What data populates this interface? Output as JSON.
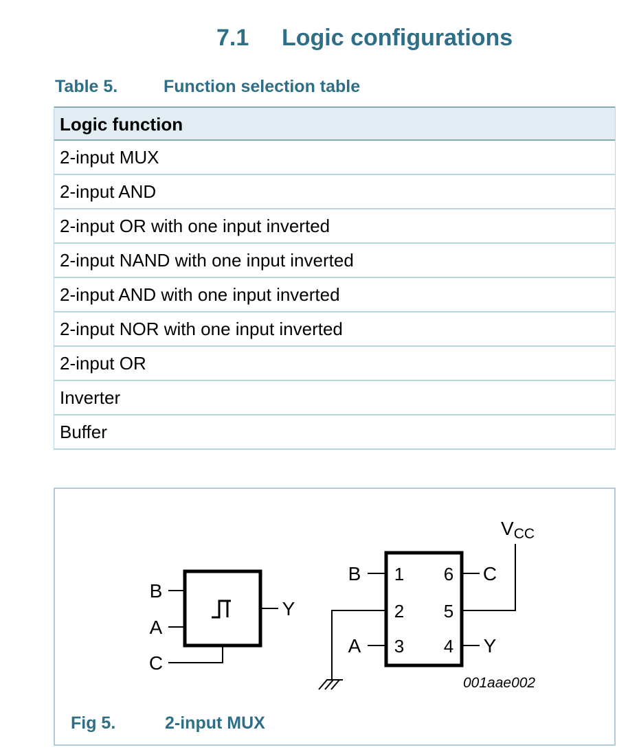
{
  "section": {
    "number": "7.1",
    "title": "Logic configurations"
  },
  "table": {
    "caption_label": "Table 5.",
    "caption_title": "Function selection table",
    "header": "Logic function",
    "rows": [
      "2-input MUX",
      "2-input AND",
      "2-input OR with one input inverted",
      "2-input NAND with one input inverted",
      "2-input AND with one input inverted",
      "2-input NOR with one input inverted",
      "2-input OR",
      "Inverter",
      "Buffer"
    ]
  },
  "figure": {
    "caption_label": "Fig 5.",
    "caption_title": "2-input MUX",
    "watermark": "001aae002",
    "symbol": {
      "input_b": "B",
      "input_a": "A",
      "input_c": "C",
      "output_y": "Y",
      "glyph": "pulse-waveform-icon"
    },
    "package": {
      "pin1": "1",
      "pin2": "2",
      "pin3": "3",
      "pin4": "4",
      "pin5": "5",
      "pin6": "6",
      "label_b": "B",
      "label_a": "A",
      "label_c": "C",
      "label_y": "Y",
      "vcc_main": "V",
      "vcc_sub": "CC",
      "ground": "chassis-ground-icon"
    }
  },
  "colors": {
    "heading_teal": "#2e6e87",
    "table_header_bg": "#e2edf3",
    "separator_dark": "#8aa7b5",
    "separator_light": "#b9d5de",
    "figure_border": "#aecbd6",
    "ink": "#000000"
  }
}
